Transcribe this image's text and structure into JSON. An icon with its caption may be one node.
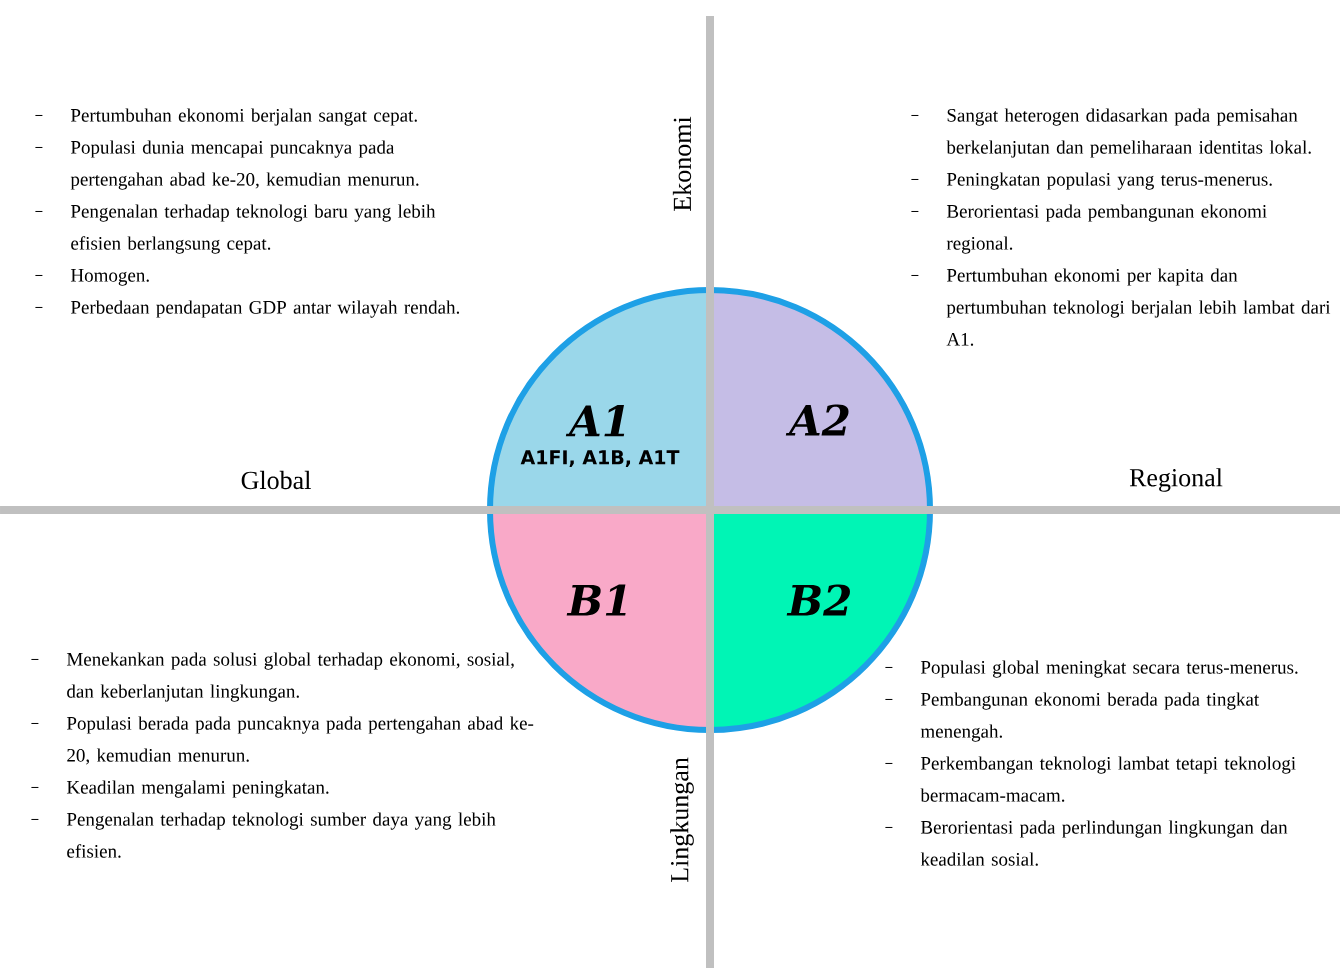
{
  "diagram": {
    "nodes": [
      {
        "text": [
          "A1",
          "A1FI, A1B, A1T"
        ]
      },
      {
        "text": [
          "A2"
        ]
      },
      {
        "text": [
          "B1"
        ]
      },
      {
        "text": [
          "B2"
        ]
      }
    ],
    "labels": [
      "Ekonomi",
      "Pertumbuhan ekonomi berjalan sangat cepat.",
      "Populasi dunia mencapai puncaknya pada pertengahan abad ke-20, kemudian menurun.",
      "Pengenalan terhadap teknologi baru yang lebih efisien berlangsung cepat.",
      "Homogen.",
      "Perbedaan pendapatan GDP antar wilayah rendah.",
      "Sangat heterogen didasarkan pada pemisahan berkelanjutan dan pemeliharaan identitas lokal.",
      "Peningkatan populasi yang terus-menerus.",
      "Berorientasi pada pembangunan ekonomi regional.",
      "Pertumbuhan ekonomi per kapita dan pertumbuhan teknologi berjalan lebih lambat dari A1.",
      "Global",
      "Regional",
      "Menekankan pada solusi global terhadap ekonomi, sosial, dan keberlanjutan lingkungan.",
      "Populasi berada pada puncaknya pada pertengahan abad ke-20, kemudian menurun.",
      "Keadilan mengalami peningkatan.",
      "Pengenalan terhadap teknologi sumber daya yang lebih efisien.",
      "Populasi global meningkat secara terus-menerus.",
      "Pembangunan ekonomi berada pada tingkat menengah.",
      "Perkembangan teknologi lambat tetapi teknologi bermacam-macam.",
      "Berorientasi pada perlindungan lingkungan dan keadilan sosial.",
      "Lingkungan"
    ]
  }
}
